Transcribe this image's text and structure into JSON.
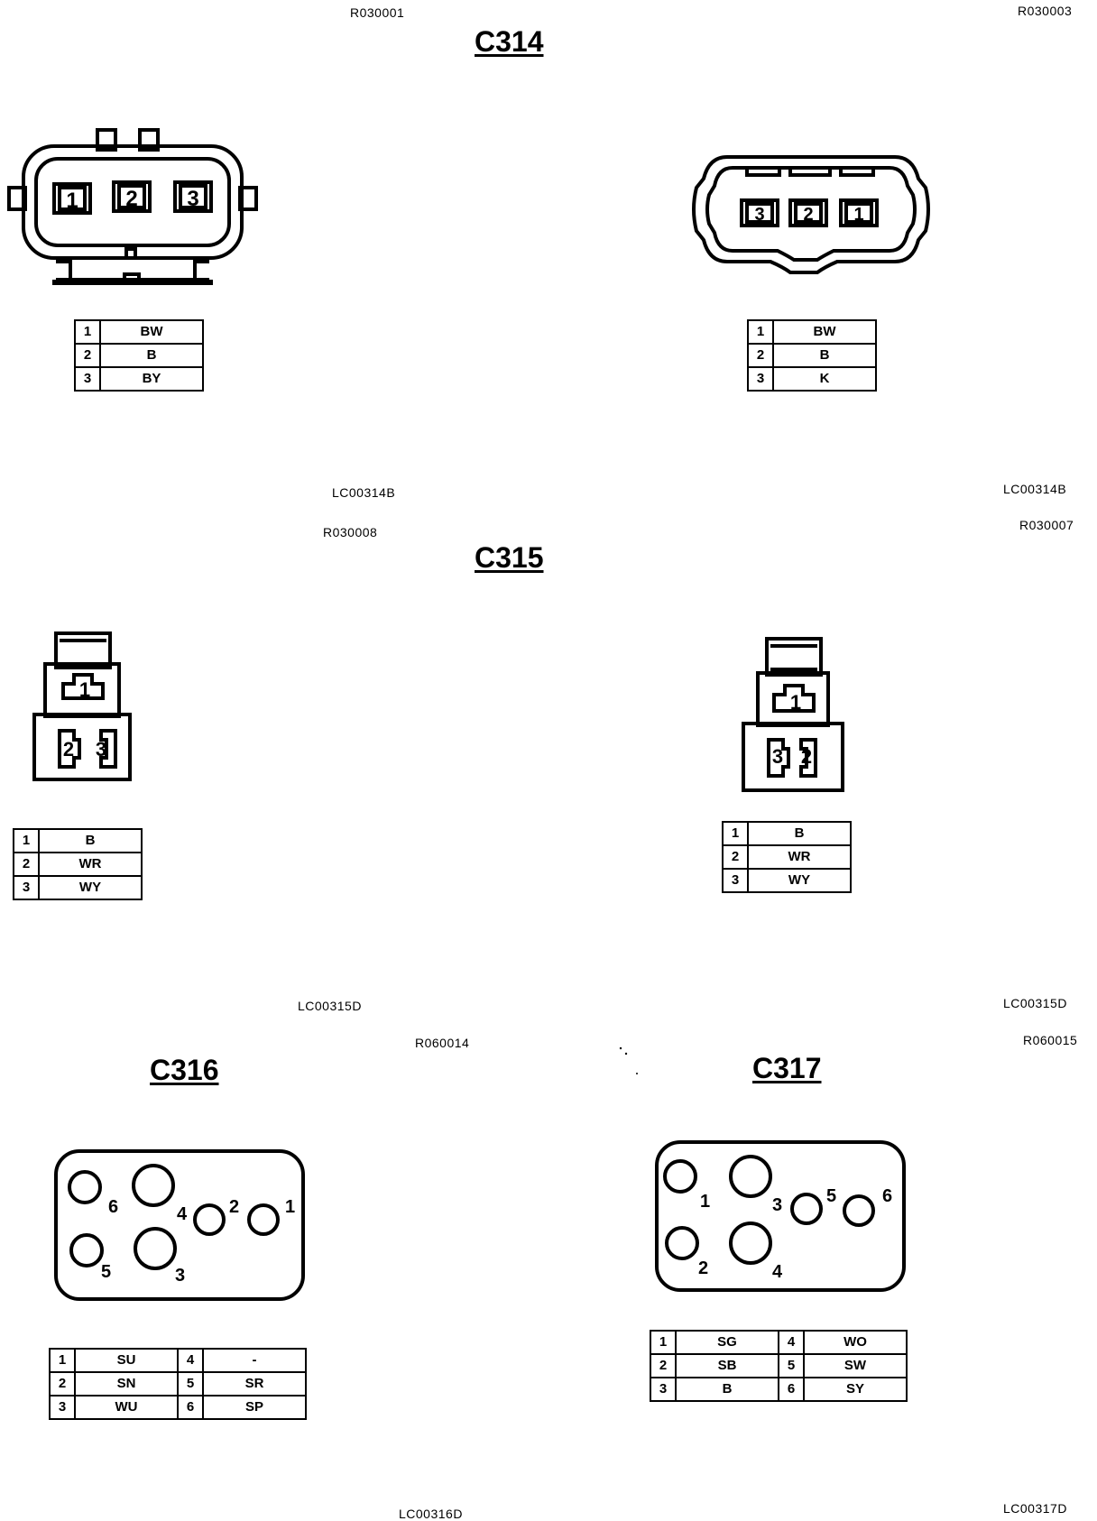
{
  "refs": {
    "c314_left_top": "R030001",
    "c314_right_top": "R030003",
    "c314_left_bottom": "LC00314B",
    "c314_right_bottom": "LC00314B",
    "c315_left_top": "R030008",
    "c315_right_top": "R030007",
    "c315_left_bottom": "LC00315D",
    "c315_right_bottom": "LC00315D",
    "c316_top": "R060014",
    "c317_top": "R060015",
    "c316_bottom": "LC00316D",
    "c317_bottom": "LC00317D"
  },
  "titles": {
    "c314": "C314",
    "c315": "C315",
    "c316": "C316",
    "c317": "C317"
  },
  "c314_left": {
    "pin_labels": [
      "1",
      "2",
      "3"
    ],
    "table": [
      {
        "pin": "1",
        "wire": "BW"
      },
      {
        "pin": "2",
        "wire": "B"
      },
      {
        "pin": "3",
        "wire": "BY"
      }
    ]
  },
  "c314_right": {
    "pin_labels": [
      "3",
      "2",
      "1"
    ],
    "table": [
      {
        "pin": "1",
        "wire": "BW"
      },
      {
        "pin": "2",
        "wire": "B"
      },
      {
        "pin": "3",
        "wire": "K"
      }
    ]
  },
  "c315_left": {
    "pin_labels": [
      "1",
      "2",
      "3"
    ],
    "table": [
      {
        "pin": "1",
        "wire": "B"
      },
      {
        "pin": "2",
        "wire": "WR"
      },
      {
        "pin": "3",
        "wire": "WY"
      }
    ]
  },
  "c315_right": {
    "pin_labels": [
      "1",
      "3",
      "2"
    ],
    "table": [
      {
        "pin": "1",
        "wire": "B"
      },
      {
        "pin": "2",
        "wire": "WR"
      },
      {
        "pin": "3",
        "wire": "WY"
      }
    ]
  },
  "c316": {
    "pin_labels": [
      "6",
      "4",
      "2",
      "1",
      "5",
      "3"
    ],
    "table": [
      {
        "pin_a": "1",
        "wire_a": "SU",
        "pin_b": "4",
        "wire_b": "-"
      },
      {
        "pin_a": "2",
        "wire_a": "SN",
        "pin_b": "5",
        "wire_b": "SR"
      },
      {
        "pin_a": "3",
        "wire_a": "WU",
        "pin_b": "6",
        "wire_b": "SP"
      }
    ]
  },
  "c317": {
    "pin_labels": [
      "1",
      "3",
      "5",
      "6",
      "2",
      "4"
    ],
    "table": [
      {
        "pin_a": "1",
        "wire_a": "SG",
        "pin_b": "4",
        "wire_b": "WO"
      },
      {
        "pin_a": "2",
        "wire_a": "SB",
        "pin_b": "5",
        "wire_b": "SW"
      },
      {
        "pin_a": "3",
        "wire_a": "B",
        "pin_b": "6",
        "wire_b": "SY"
      }
    ]
  }
}
